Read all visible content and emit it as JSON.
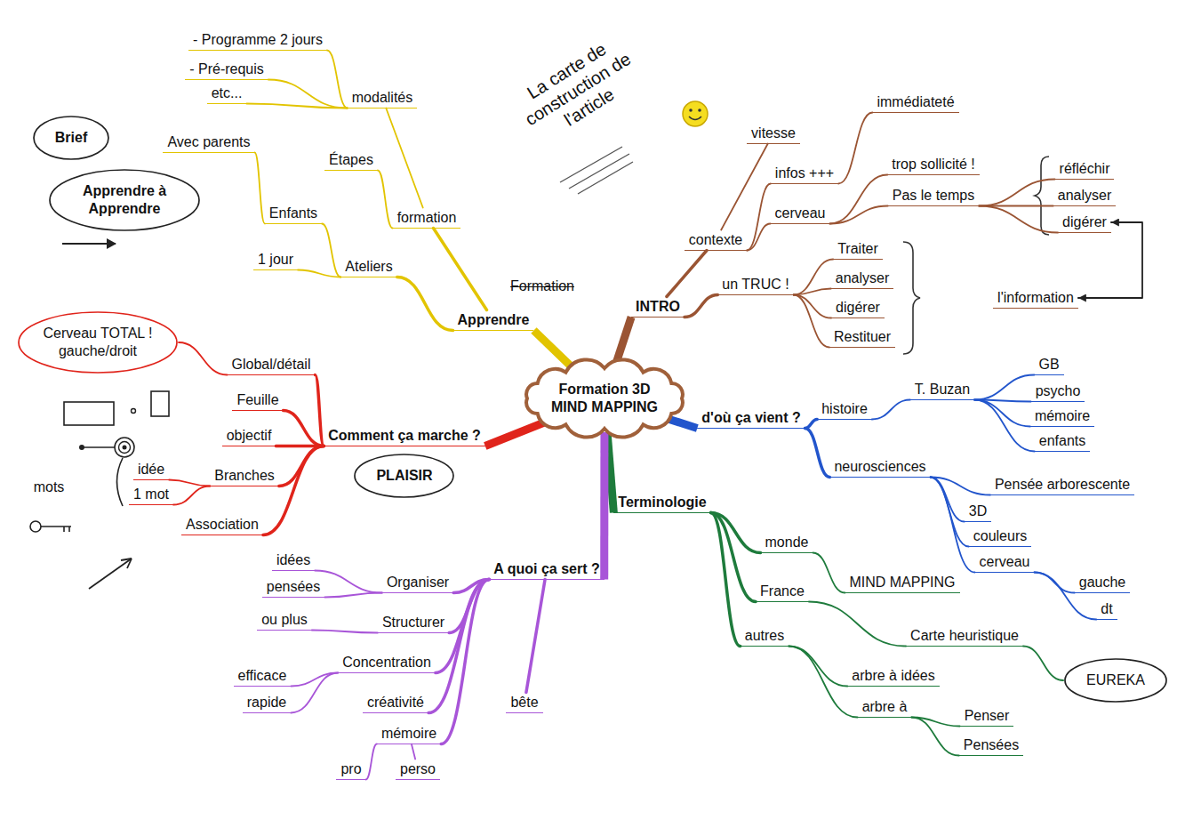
{
  "diagram": {
    "nodes": [
      {
        "text": [
          "Formation 3D MIND MAPPING"
        ]
      },
      {
        "text": [
          "INTRO"
        ]
      },
      {
        "text": [
          "contexte"
        ]
      },
      {
        "text": [
          "vitesse"
        ]
      },
      {
        "text": [
          "infos +++"
        ]
      },
      {
        "text": [
          "immédiateté"
        ]
      },
      {
        "text": [
          "cerveau"
        ]
      },
      {
        "text": [
          "trop sollicité !"
        ]
      },
      {
        "text": [
          "Pas le temps"
        ]
      },
      {
        "text": [
          "réfléchir"
        ]
      },
      {
        "text": [
          "analyser"
        ]
      },
      {
        "text": [
          "digérer"
        ]
      },
      {
        "text": [
          "un TRUC !"
        ]
      },
      {
        "text": [
          "Traiter"
        ]
      },
      {
        "text": [
          "analyser"
        ]
      },
      {
        "text": [
          "digérer"
        ]
      },
      {
        "text": [
          "Restituer"
        ]
      },
      {
        "text": [
          "l'information"
        ]
      },
      {
        "text": [
          "d'où ça vient ?"
        ]
      },
      {
        "text": [
          "histoire"
        ]
      },
      {
        "text": [
          "T. Buzan"
        ]
      },
      {
        "text": [
          "GB"
        ]
      },
      {
        "text": [
          "psycho"
        ]
      },
      {
        "text": [
          "mémoire"
        ]
      },
      {
        "text": [
          "enfants"
        ]
      },
      {
        "text": [
          "neurosciences"
        ]
      },
      {
        "text": [
          "Pensée arborescente"
        ]
      },
      {
        "text": [
          "3D"
        ]
      },
      {
        "text": [
          "couleurs"
        ]
      },
      {
        "text": [
          "cerveau"
        ]
      },
      {
        "text": [
          "gauche"
        ]
      },
      {
        "text": [
          "dt"
        ]
      },
      {
        "text": [
          "Terminologie"
        ]
      },
      {
        "text": [
          "monde"
        ]
      },
      {
        "text": [
          "MIND MAPPING"
        ]
      },
      {
        "text": [
          "France"
        ]
      },
      {
        "text": [
          "Carte heuristique"
        ]
      },
      {
        "text": [
          "EUREKA"
        ]
      },
      {
        "text": [
          "autres"
        ]
      },
      {
        "text": [
          "arbre à idées"
        ]
      },
      {
        "text": [
          "arbre à"
        ]
      },
      {
        "text": [
          "Penser"
        ]
      },
      {
        "text": [
          "Pensées"
        ]
      },
      {
        "text": [
          "A quoi ça sert ?"
        ]
      },
      {
        "text": [
          "Organiser"
        ]
      },
      {
        "text": [
          "idées"
        ]
      },
      {
        "text": [
          "pensées"
        ]
      },
      {
        "text": [
          "Structurer"
        ]
      },
      {
        "text": [
          "ou plus"
        ]
      },
      {
        "text": [
          "Concentration"
        ]
      },
      {
        "text": [
          "efficace"
        ]
      },
      {
        "text": [
          "rapide"
        ]
      },
      {
        "text": [
          "créativité"
        ]
      },
      {
        "text": [
          "mémoire"
        ]
      },
      {
        "text": [
          "pro"
        ]
      },
      {
        "text": [
          "perso"
        ]
      },
      {
        "text": [
          "bête"
        ]
      },
      {
        "text": [
          "Comment ça marche ?"
        ]
      },
      {
        "text": [
          "PLAISIR"
        ]
      },
      {
        "text": [
          "Global/détail"
        ]
      },
      {
        "text": [
          "Cerveau TOTAL ! gauche/droit"
        ]
      },
      {
        "text": [
          "Feuille"
        ]
      },
      {
        "text": [
          "objectif"
        ]
      },
      {
        "text": [
          "Branches"
        ]
      },
      {
        "text": [
          "idée"
        ]
      },
      {
        "text": [
          "1 mot"
        ]
      },
      {
        "text": [
          "Association"
        ]
      },
      {
        "text": [
          "Apprendre"
        ]
      },
      {
        "text": [
          "Ateliers"
        ]
      },
      {
        "text": [
          "1 jour"
        ]
      },
      {
        "text": [
          "Enfants"
        ]
      },
      {
        "text": [
          "Avec parents"
        ]
      },
      {
        "text": [
          "formation"
        ]
      },
      {
        "text": [
          "Étapes"
        ]
      },
      {
        "text": [
          "modalités"
        ]
      },
      {
        "text": [
          "- Programme 2 jours"
        ]
      },
      {
        "text": [
          "- Pré-requis"
        ]
      },
      {
        "text": [
          "etc..."
        ]
      },
      {
        "text": [
          "Brief"
        ]
      },
      {
        "text": [
          "Apprendre à Apprendre"
        ]
      }
    ],
    "edges": [
      {
        "from": 0,
        "to": 1,
        "arrow": "none"
      },
      {
        "from": 1,
        "to": 2,
        "arrow": "none"
      },
      {
        "from": 2,
        "to": 3,
        "arrow": "none"
      },
      {
        "from": 2,
        "to": 4,
        "arrow": "none"
      },
      {
        "from": 4,
        "to": 5,
        "arrow": "none"
      },
      {
        "from": 2,
        "to": 6,
        "arrow": "none"
      },
      {
        "from": 6,
        "to": 7,
        "arrow": "none"
      },
      {
        "from": 6,
        "to": 8,
        "arrow": "none"
      },
      {
        "from": 8,
        "to": 9,
        "arrow": "none"
      },
      {
        "from": 8,
        "to": 10,
        "arrow": "none"
      },
      {
        "from": 8,
        "to": 11,
        "arrow": "none"
      },
      {
        "from": 1,
        "to": 12,
        "arrow": "none"
      },
      {
        "from": 12,
        "to": 13,
        "arrow": "none"
      },
      {
        "from": 12,
        "to": 14,
        "arrow": "none"
      },
      {
        "from": 12,
        "to": 15,
        "arrow": "none"
      },
      {
        "from": 12,
        "to": 16,
        "arrow": "none"
      },
      {
        "from": 11,
        "to": 17,
        "arrow": "both"
      },
      {
        "from": 0,
        "to": 18,
        "arrow": "none"
      },
      {
        "from": 18,
        "to": 19,
        "arrow": "none"
      },
      {
        "from": 19,
        "to": 20,
        "arrow": "none"
      },
      {
        "from": 20,
        "to": 21,
        "arrow": "none"
      },
      {
        "from": 20,
        "to": 22,
        "arrow": "none"
      },
      {
        "from": 20,
        "to": 23,
        "arrow": "none"
      },
      {
        "from": 20,
        "to": 24,
        "arrow": "none"
      },
      {
        "from": 18,
        "to": 25,
        "arrow": "none"
      },
      {
        "from": 25,
        "to": 26,
        "arrow": "none"
      },
      {
        "from": 25,
        "to": 27,
        "arrow": "none"
      },
      {
        "from": 25,
        "to": 28,
        "arrow": "none"
      },
      {
        "from": 25,
        "to": 29,
        "arrow": "none"
      },
      {
        "from": 29,
        "to": 30,
        "arrow": "none"
      },
      {
        "from": 29,
        "to": 31,
        "arrow": "none"
      },
      {
        "from": 0,
        "to": 32,
        "arrow": "none"
      },
      {
        "from": 32,
        "to": 33,
        "arrow": "none"
      },
      {
        "from": 33,
        "to": 34,
        "arrow": "none"
      },
      {
        "from": 32,
        "to": 35,
        "arrow": "none"
      },
      {
        "from": 35,
        "to": 36,
        "arrow": "none"
      },
      {
        "from": 36,
        "to": 37,
        "arrow": "none"
      },
      {
        "from": 32,
        "to": 38,
        "arrow": "none"
      },
      {
        "from": 38,
        "to": 39,
        "arrow": "none"
      },
      {
        "from": 38,
        "to": 40,
        "arrow": "none"
      },
      {
        "from": 40,
        "to": 41,
        "arrow": "none"
      },
      {
        "from": 40,
        "to": 42,
        "arrow": "none"
      },
      {
        "from": 0,
        "to": 43,
        "arrow": "none"
      },
      {
        "from": 43,
        "to": 44,
        "arrow": "none"
      },
      {
        "from": 44,
        "to": 45,
        "arrow": "none"
      },
      {
        "from": 44,
        "to": 46,
        "arrow": "none"
      },
      {
        "from": 43,
        "to": 47,
        "arrow": "none"
      },
      {
        "from": 47,
        "to": 48,
        "arrow": "none"
      },
      {
        "from": 43,
        "to": 49,
        "arrow": "none"
      },
      {
        "from": 49,
        "to": 50,
        "arrow": "none"
      },
      {
        "from": 49,
        "to": 51,
        "arrow": "none"
      },
      {
        "from": 43,
        "to": 52,
        "arrow": "none"
      },
      {
        "from": 43,
        "to": 53,
        "arrow": "none"
      },
      {
        "from": 53,
        "to": 54,
        "arrow": "none"
      },
      {
        "from": 53,
        "to": 55,
        "arrow": "none"
      },
      {
        "from": 43,
        "to": 56,
        "arrow": "none"
      },
      {
        "from": 0,
        "to": 57,
        "arrow": "none"
      },
      {
        "from": 57,
        "to": 59,
        "arrow": "none"
      },
      {
        "from": 59,
        "to": 60,
        "arrow": "none"
      },
      {
        "from": 57,
        "to": 61,
        "arrow": "none"
      },
      {
        "from": 57,
        "to": 62,
        "arrow": "none"
      },
      {
        "from": 57,
        "to": 63,
        "arrow": "none"
      },
      {
        "from": 63,
        "to": 64,
        "arrow": "none"
      },
      {
        "from": 63,
        "to": 65,
        "arrow": "none"
      },
      {
        "from": 57,
        "to": 66,
        "arrow": "none"
      },
      {
        "from": 0,
        "to": 67,
        "arrow": "none"
      },
      {
        "from": 67,
        "to": 68,
        "arrow": "none"
      },
      {
        "from": 68,
        "to": 69,
        "arrow": "none"
      },
      {
        "from": 68,
        "to": 70,
        "arrow": "none"
      },
      {
        "from": 70,
        "to": 71,
        "arrow": "none"
      },
      {
        "from": 67,
        "to": 72,
        "arrow": "none"
      },
      {
        "from": 72,
        "to": 73,
        "arrow": "none"
      },
      {
        "from": 72,
        "to": 74,
        "arrow": "none"
      },
      {
        "from": 74,
        "to": 75,
        "arrow": "none"
      },
      {
        "from": 74,
        "to": 76,
        "arrow": "none"
      },
      {
        "from": 74,
        "to": 77,
        "arrow": "none"
      }
    ],
    "labels": [
      "La carte de construction de l'article",
      "Formation",
      "mots"
    ]
  }
}
